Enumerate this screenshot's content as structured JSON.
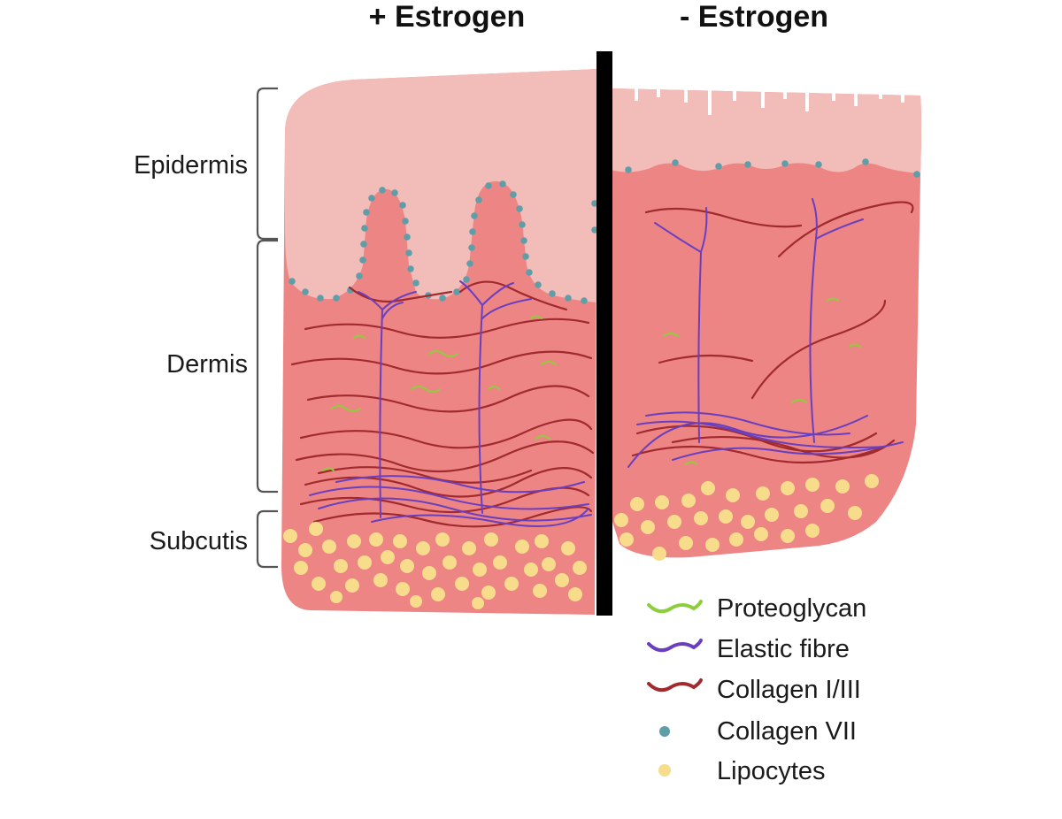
{
  "panels": {
    "left_title": "+ Estrogen",
    "right_title": "- Estrogen"
  },
  "layers": {
    "epidermis": "Epidermis",
    "dermis": "Dermis",
    "subcutis": "Subcutis"
  },
  "legend": [
    {
      "key": "proteoglycan",
      "label": "Proteoglycan",
      "color": "#8ccf3a",
      "marker": "wave"
    },
    {
      "key": "elastic",
      "label": "Elastic fibre",
      "color": "#6a3fbf",
      "marker": "wave"
    },
    {
      "key": "collagen13",
      "label": "Collagen I/III",
      "color": "#a02a2e",
      "marker": "wave"
    },
    {
      "key": "collagen7",
      "label": "Collagen VII",
      "color": "#5f9ea8",
      "marker": "dot"
    },
    {
      "key": "lipocytes",
      "label": "Lipocytes",
      "color": "#f7dc8c",
      "marker": "dot"
    }
  ],
  "colors": {
    "epidermis": "#f2bcb8",
    "dermis": "#ee8585",
    "lipocyte": "#f7dc8c",
    "collagen_vii": "#5f9ea8",
    "collagen_i_iii": "#a02a2e",
    "elastic": "#6a3fbf",
    "proteoglycan": "#8ccf3a",
    "divider": "#000000"
  }
}
